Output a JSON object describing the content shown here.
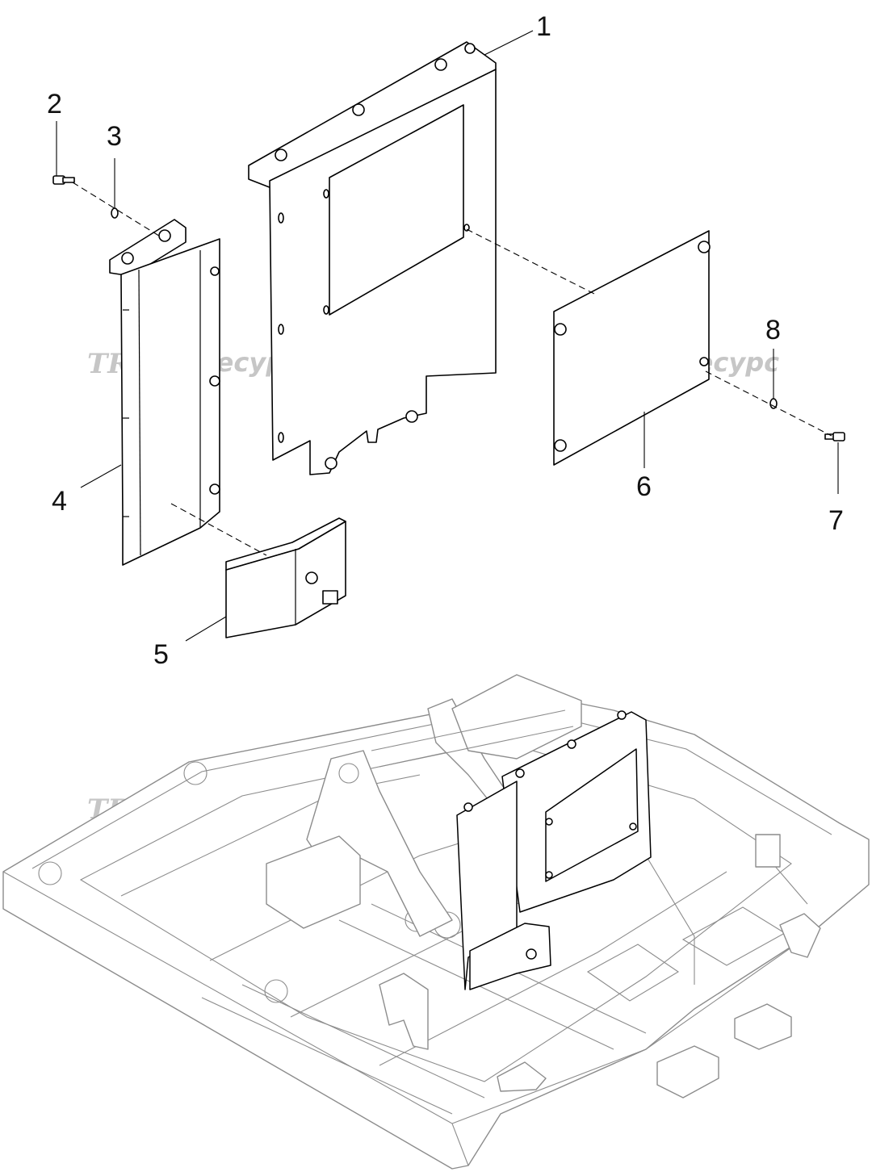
{
  "callouts": [
    {
      "id": "1",
      "text": "1"
    },
    {
      "id": "2",
      "text": "2"
    },
    {
      "id": "3",
      "text": "3"
    },
    {
      "id": "4",
      "text": "4"
    },
    {
      "id": "5",
      "text": "5"
    },
    {
      "id": "6",
      "text": "6"
    },
    {
      "id": "7",
      "text": "7"
    },
    {
      "id": "8",
      "text": "8"
    }
  ],
  "watermark": {
    "logo": "TR",
    "text": "тракресурс",
    "color": "#c6c6c6"
  },
  "colors": {
    "line": "#000000",
    "frame": "#8c8c8c",
    "background": "#ffffff"
  }
}
